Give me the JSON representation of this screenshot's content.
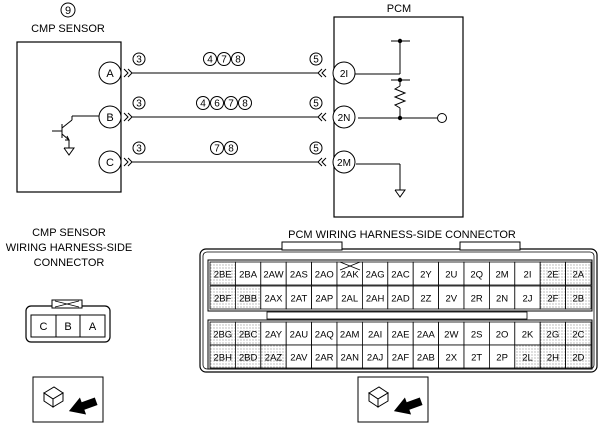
{
  "cmp_sensor": {
    "ref": "9",
    "label": "CMP SENSOR",
    "terminals": [
      "A",
      "B",
      "C"
    ],
    "wire_codes": [
      "3",
      "3",
      "3"
    ]
  },
  "pcm": {
    "label": "PCM",
    "terminals": [
      "2I",
      "2N",
      "2M"
    ],
    "wire_codes": [
      "5",
      "5",
      "5"
    ]
  },
  "wire_refs": [
    [
      "4",
      "7",
      "8"
    ],
    [
      "4",
      "6",
      "7",
      "8"
    ],
    [
      "7",
      "8"
    ]
  ],
  "cmp_connector": {
    "title_lines": [
      "CMP SENSOR",
      "WIRING HARNESS-SIDE",
      "CONNECTOR"
    ],
    "pins": [
      "C",
      "B",
      "A"
    ]
  },
  "pcm_connector": {
    "title": "PCM WIRING HARNESS-SIDE CONNECTOR",
    "rows": [
      [
        "2BE",
        "2BA",
        "2AW",
        "2AS",
        "2AO",
        "2AK",
        "2AG",
        "2AC",
        "2Y",
        "2U",
        "2Q",
        "2M",
        "2I",
        "2E",
        "2A"
      ],
      [
        "2BF",
        "2BB",
        "2AX",
        "2AT",
        "2AP",
        "2AL",
        "2AH",
        "2AD",
        "2Z",
        "2V",
        "2R",
        "2N",
        "2J",
        "2F",
        "2B"
      ],
      [
        "2BG",
        "2BC",
        "2AY",
        "2AU",
        "2AQ",
        "2AM",
        "2AI",
        "2AE",
        "2AA",
        "2W",
        "2S",
        "2O",
        "2K",
        "2G",
        "2C"
      ],
      [
        "2BH",
        "2BD",
        "2AZ",
        "2AV",
        "2AR",
        "2AN",
        "2AJ",
        "2AF",
        "2AB",
        "2X",
        "2T",
        "2P",
        "2L",
        "2H",
        "2D"
      ]
    ],
    "shaded": [
      [
        true,
        false,
        false,
        false,
        false,
        false,
        false,
        false,
        false,
        false,
        false,
        false,
        false,
        true,
        true
      ],
      [
        true,
        true,
        false,
        false,
        false,
        false,
        false,
        false,
        false,
        false,
        false,
        false,
        false,
        true,
        true
      ],
      [
        true,
        true,
        false,
        false,
        false,
        false,
        false,
        false,
        false,
        false,
        false,
        false,
        false,
        true,
        true
      ],
      [
        true,
        true,
        true,
        false,
        false,
        false,
        false,
        false,
        false,
        false,
        false,
        false,
        true,
        true,
        true
      ]
    ]
  }
}
